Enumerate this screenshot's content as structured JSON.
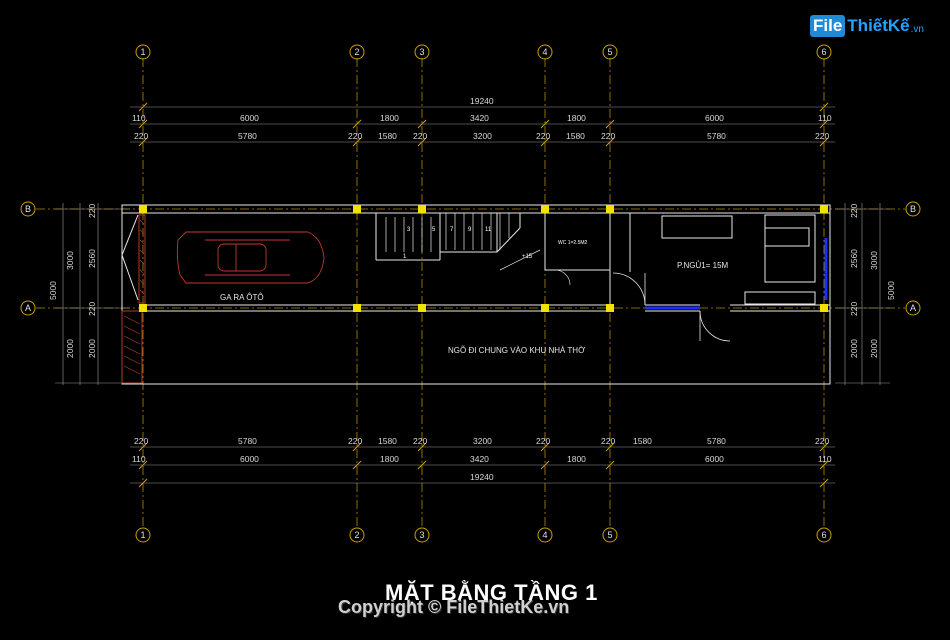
{
  "logo": {
    "box": "File",
    "rest": "ThiếtKế",
    "domain": ".vn"
  },
  "grid_axes": [
    "1",
    "2",
    "3",
    "4",
    "5",
    "6"
  ],
  "grid_rows": [
    "B",
    "A"
  ],
  "dims_top": {
    "total": "19240",
    "row1": [
      "110",
      "6000",
      "1800",
      "3420",
      "1800",
      "6000",
      "110"
    ],
    "row2": [
      "220",
      "5780",
      "220",
      "1580",
      "220",
      "3200",
      "220",
      "1580",
      "220",
      "5780",
      "220"
    ]
  },
  "dims_bottom": {
    "row1": [
      "220",
      "5780",
      "220",
      "1580",
      "220",
      "3200",
      "220",
      "1580",
      "220",
      "5780",
      "220"
    ],
    "row2": [
      "110",
      "6000",
      "1800",
      "3420",
      "1800",
      "6000",
      "110"
    ],
    "total": "19240"
  },
  "dims_side": {
    "outer": "5000",
    "mid": [
      "3000",
      "2000"
    ],
    "inner": [
      "220",
      "2560",
      "220",
      "2000"
    ]
  },
  "rooms": {
    "garage": "GA RA ÔTÔ",
    "lane": "NGÕ ĐI CHUNG VÀO KHU NHÀ THỜ",
    "bedroom": "P.NGỦ1= 15M",
    "wc": "WC 1=2.5M2",
    "stair_label": "+15"
  },
  "stair_steps": [
    "1",
    "3",
    "5",
    "7",
    "9",
    "11"
  ],
  "title": "MẶT BẰNG TẦNG 1",
  "copyright": "Copyright © FileThietKe.vn",
  "colors": {
    "grid": "#c8a000",
    "wall": "#e8e8e8",
    "column": "#f2e200",
    "window": "#1a2cff",
    "hatch": "#b23a2a",
    "car": "#c0392b"
  }
}
